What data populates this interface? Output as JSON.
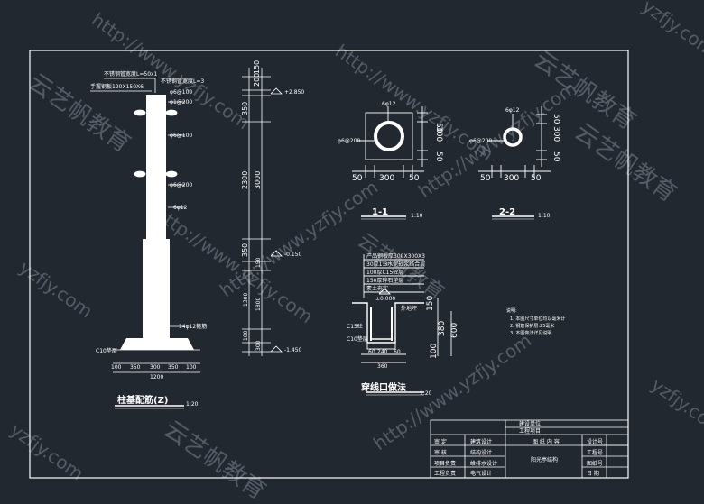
{
  "colors": {
    "background": "#212830",
    "linework": "#ffffff",
    "watermark": "#7d8690"
  },
  "watermarks": {
    "url": "http://www.yzfjy.com",
    "brand": "云艺帆教育",
    "short": "yzfjy.com"
  },
  "column_detail": {
    "note_top_1": "不锈钢管宽度L=50x1",
    "note_top_2": "不锈钢管宽度L=3",
    "note_top_3": "手握钢板120X150X6",
    "note_top_4": "φ6@100",
    "note_top_5": "φ1@200",
    "note_mid_1": "φ6@100",
    "note_mid_2": "φ6@200",
    "note_mid_3": "6φ12",
    "note_bottom_1": "14φ12箍筋",
    "base_label": "C10垫层",
    "base_dims": [
      "100",
      "350",
      "300",
      "350",
      "100"
    ],
    "base_total": "1200",
    "title": "柱基配筋(Z)",
    "title_scale": "1:20",
    "vdims": [
      "200",
      "150",
      "350",
      "3000",
      "2300",
      "350",
      "150",
      "1300",
      "1800",
      "100",
      "300"
    ],
    "levels": [
      "+2.850",
      "-0.150",
      "-1.450"
    ]
  },
  "section_1": {
    "rebar_top": "6φ12",
    "rebar_left": "φ6@200",
    "hdims": [
      "50",
      "300",
      "50"
    ],
    "vdims": [
      "50",
      "300",
      "50"
    ],
    "title": "1-1",
    "scale": "1:10"
  },
  "section_2": {
    "rebar_top": "6φ12",
    "rebar_left": "φ6@200",
    "hdims": [
      "50",
      "300",
      "50"
    ],
    "vdims": [
      "50",
      "300",
      "50"
    ],
    "title": "2-2",
    "scale": "1:10"
  },
  "manhole": {
    "layers": [
      "产品钢板厚300X300X3",
      "30厚1:3水泥砂浆结合层",
      "100厚C15砼层",
      "150厚碎石垫层",
      "素土夯实"
    ],
    "level": "±0.000",
    "ground": "外地坪",
    "conc": "C15砼",
    "base": "C10垫层",
    "vdims": [
      "150",
      "380",
      "100",
      "600"
    ],
    "hdims": [
      "60",
      "240",
      "60"
    ],
    "total": "360",
    "title": "穿线口做法",
    "scale": "1:20"
  },
  "notes": {
    "heading": "说明:",
    "lines": [
      "1. 本图尺寸单位均以毫米计",
      "2. 钢筋保护层:25毫米",
      "3. 本图做法详见说明"
    ]
  },
  "title_block": {
    "design_unit": "建设单位",
    "project": "工程项目",
    "rows": [
      {
        "k": "审 定",
        "v": "建筑设计"
      },
      {
        "k": "审 核",
        "v": "结构设计"
      },
      {
        "k": "项目负责",
        "v": "给排水设计"
      },
      {
        "k": "工程负责",
        "v": "电气设计"
      }
    ],
    "content_label": "图 纸 内 容",
    "content": "阳光亭结构",
    "right": [
      "设计号",
      "工程号",
      "图纸号",
      "日 期"
    ]
  }
}
